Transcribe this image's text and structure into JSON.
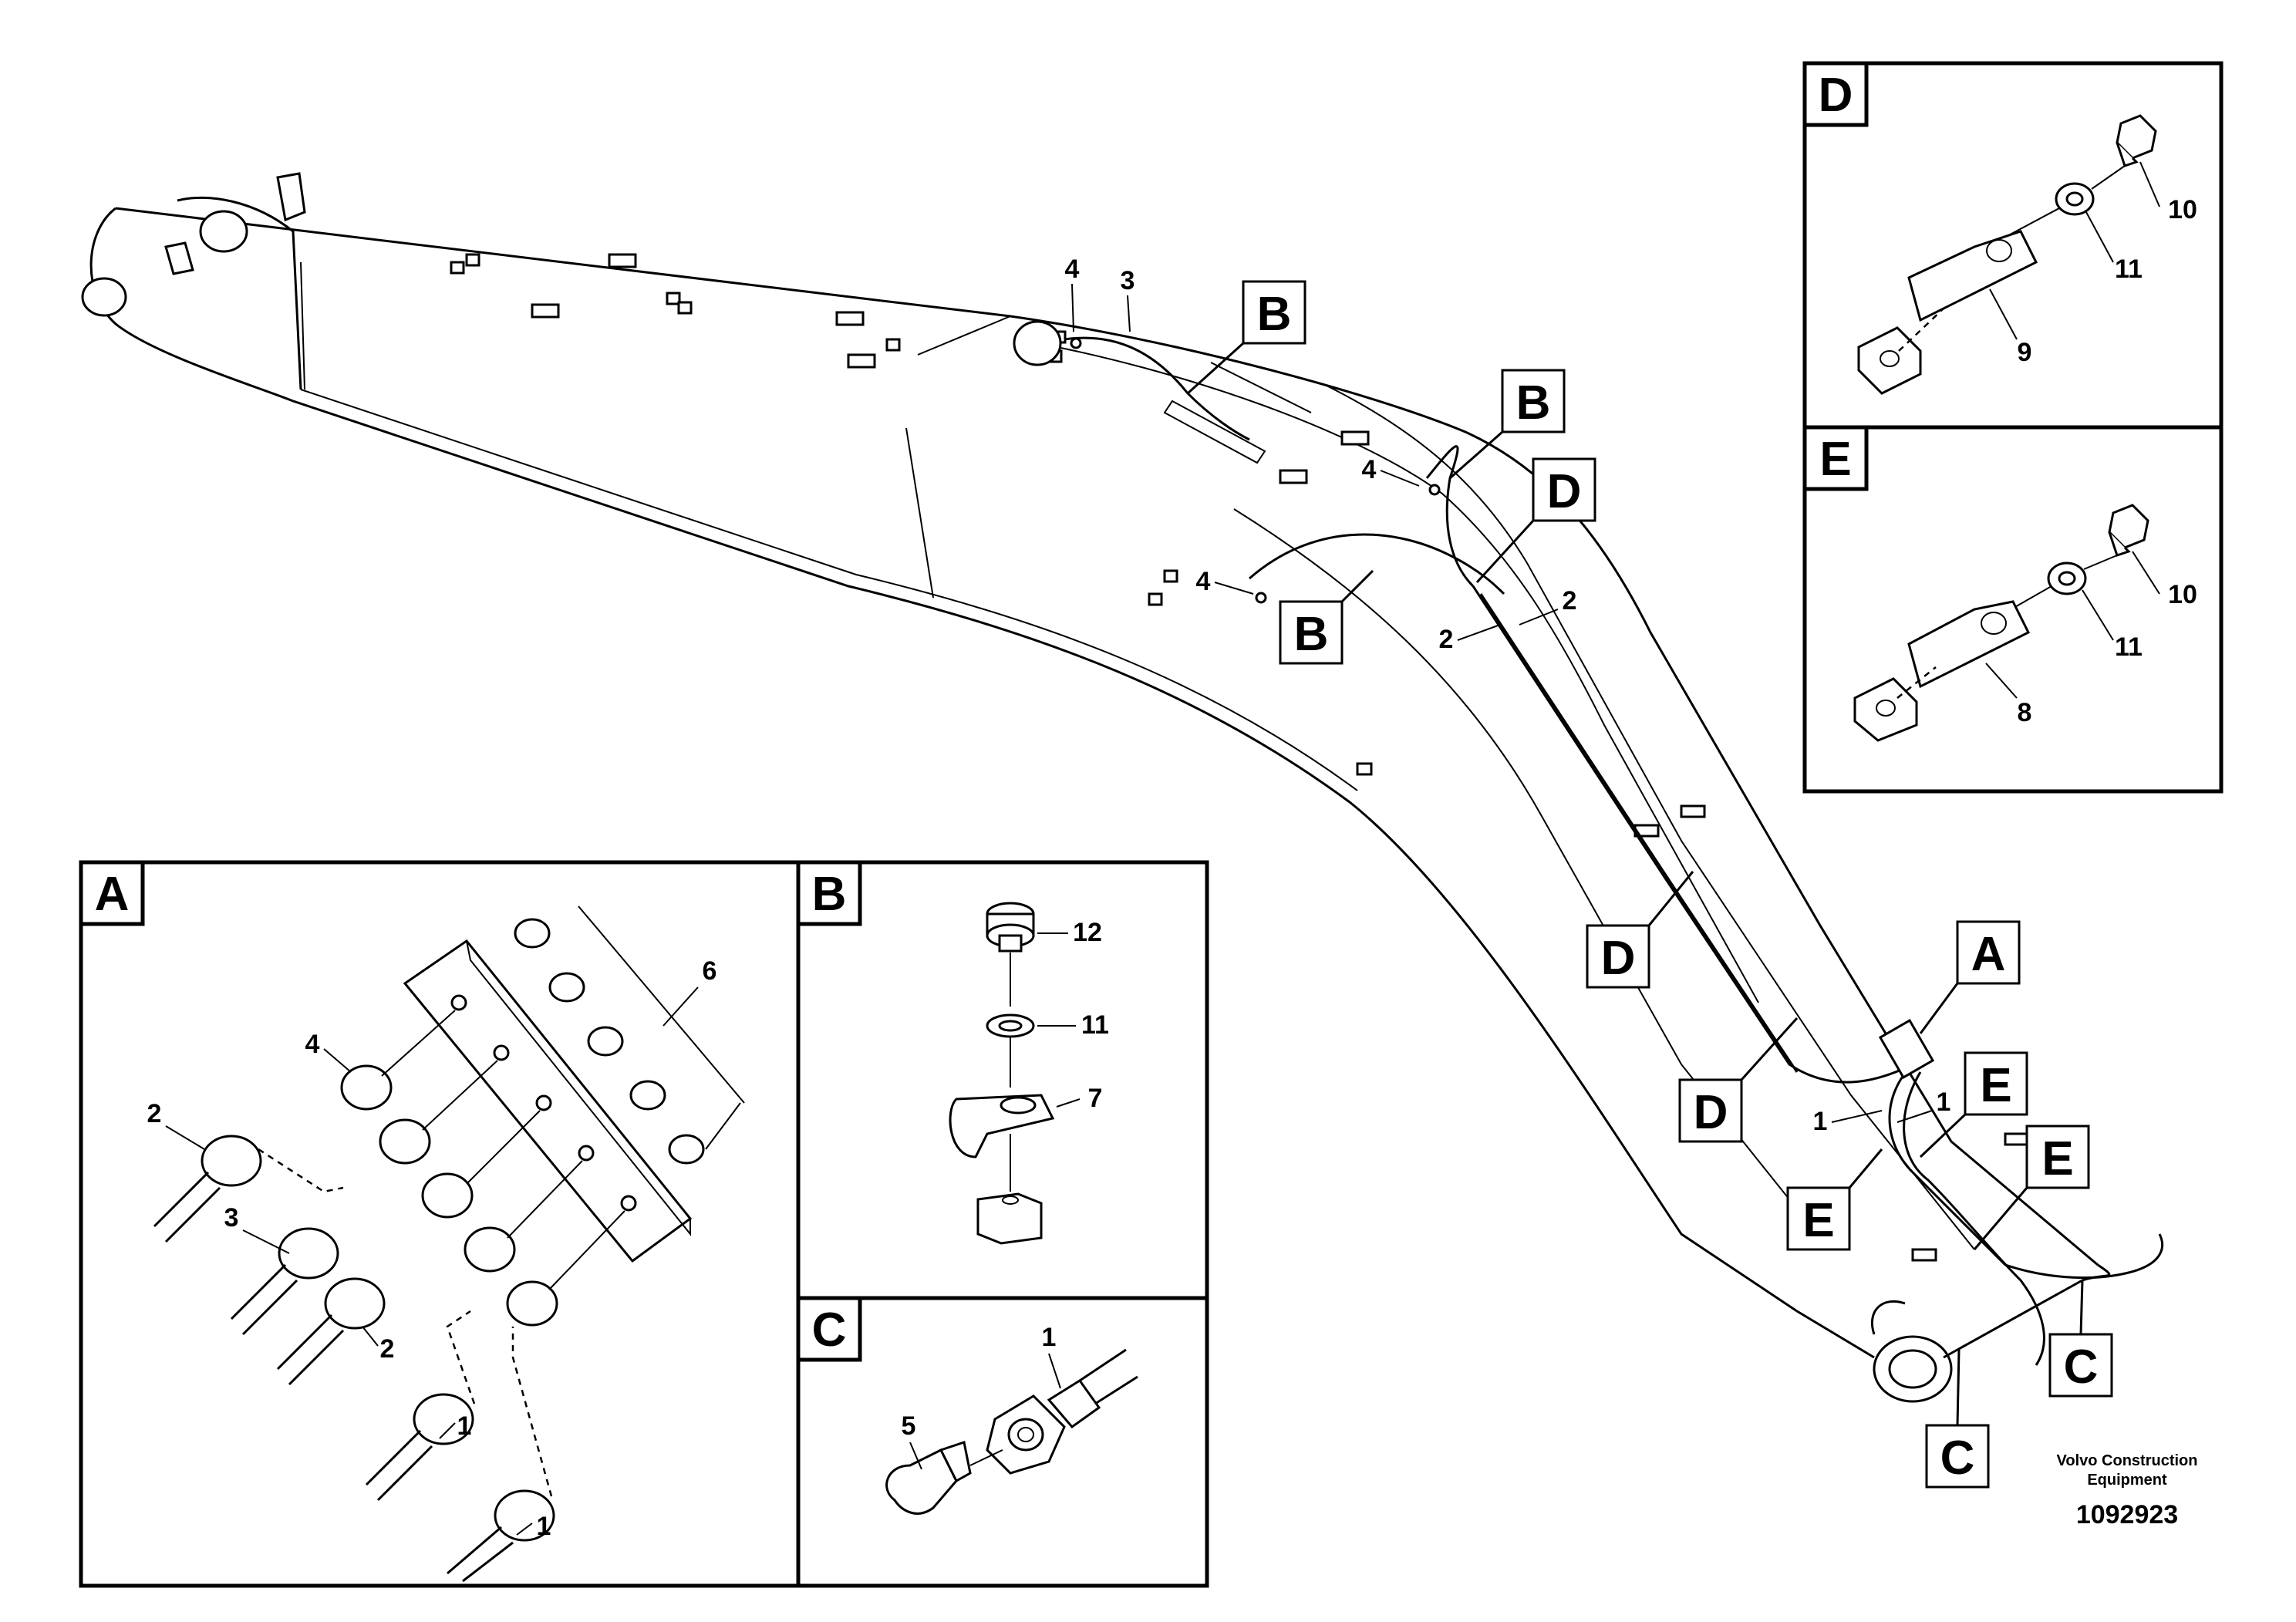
{
  "callouts": {
    "b1": "B",
    "b2": "B",
    "b3": "B",
    "d1": "D",
    "d2": "D",
    "d3": "D",
    "a1": "A",
    "e1": "E",
    "e2": "E",
    "e3": "E",
    "c1": "C",
    "c2": "C"
  },
  "main_labels": {
    "n4a": "4",
    "n3": "3",
    "n4b": "4",
    "n4c": "4",
    "n2a": "2",
    "n2b": "2",
    "n1a": "1",
    "n1b": "1"
  },
  "panel_a": {
    "letter": "A",
    "labels": {
      "n4": "4",
      "n6": "6",
      "n2a": "2",
      "n3": "3",
      "n2b": "2",
      "n1a": "1",
      "n1b": "1"
    }
  },
  "panel_b": {
    "letter": "B",
    "labels": {
      "n12": "12",
      "n11": "11",
      "n7": "7"
    }
  },
  "panel_c": {
    "letter": "C",
    "labels": {
      "n1": "1",
      "n5": "5"
    }
  },
  "panel_d": {
    "letter": "D",
    "labels": {
      "n10": "10",
      "n11": "11",
      "n9": "9"
    }
  },
  "panel_e": {
    "letter": "E",
    "labels": {
      "n10": "10",
      "n11": "11",
      "n8": "8"
    }
  },
  "footer": {
    "credit_line1": "Volvo Construction",
    "credit_line2": "Equipment",
    "doc_number": "1092923"
  }
}
